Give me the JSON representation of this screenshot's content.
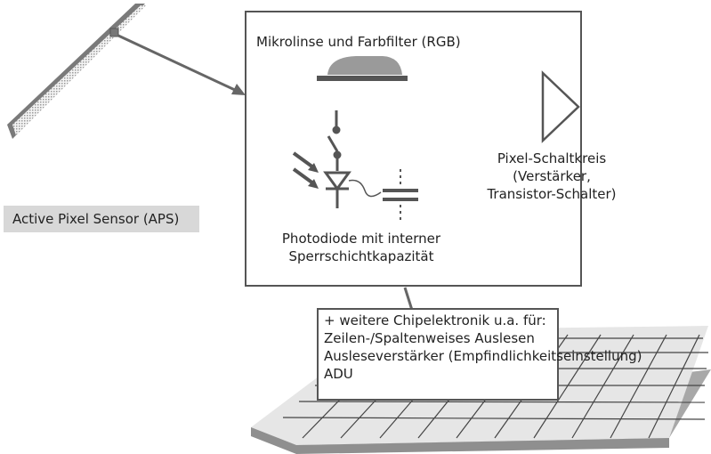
{
  "sensor": {
    "label": "Active Pixel Sensor (APS)"
  },
  "pixel_detail": {
    "microlens_label": "Mikrolinse und Farbfilter (RGB)",
    "photodiode_label": "Photodiode mit interner Sperrschichtkapazität",
    "circuit_label": "Pixel-Schaltkreis (Verstärker, Transistor-Schalter)"
  },
  "chip_note": {
    "lines": [
      "+ weitere Chipelektronik u.a. für:",
      "Zeilen-/Spaltenweises Auslesen",
      "Ausleseverstärker (Empfindlichkeitseinstellung)",
      "ADU"
    ]
  },
  "colors": {
    "outline": "#555555",
    "panel_fill": "#ffffff",
    "plate_top": "#e6e6e6",
    "plate_side": "#a8a8a8",
    "label_bg": "#d8d8d8"
  }
}
